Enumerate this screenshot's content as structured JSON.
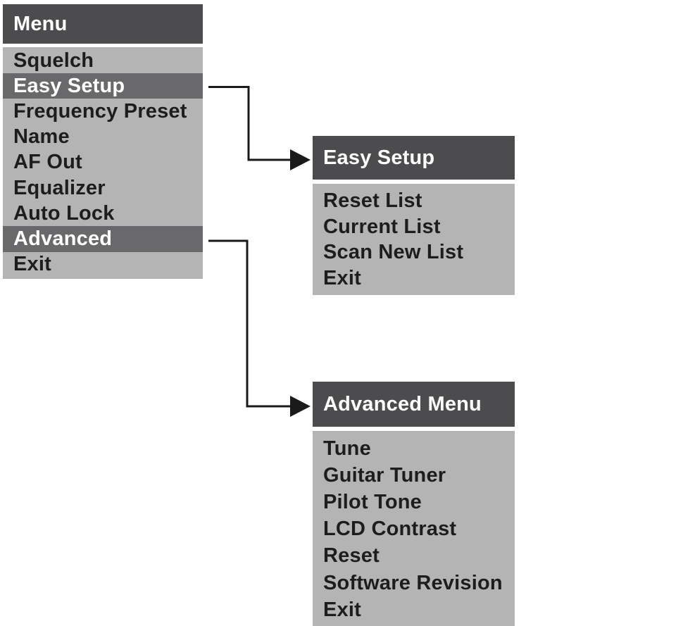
{
  "colors": {
    "page_bg": "#ffffff",
    "header_bg": "#4c4c4e",
    "highlight_bg": "#69696b",
    "body_bg": "#b4b4b4",
    "header_text": "#ffffff",
    "item_text": "#1d1d1d",
    "connector": "#1a1a1a"
  },
  "menus": [
    {
      "title": "Menu",
      "items": [
        {
          "label": "Squelch",
          "highlighted": false
        },
        {
          "label": "Easy Setup",
          "highlighted": true
        },
        {
          "label": "Frequency Preset",
          "highlighted": false
        },
        {
          "label": "Name",
          "highlighted": false
        },
        {
          "label": "AF Out",
          "highlighted": false
        },
        {
          "label": "Equalizer",
          "highlighted": false
        },
        {
          "label": "Auto Lock",
          "highlighted": false
        },
        {
          "label": "Advanced",
          "highlighted": true
        },
        {
          "label": "Exit",
          "highlighted": false
        }
      ]
    },
    {
      "title": "Easy Setup",
      "items": [
        {
          "label": "Reset List",
          "highlighted": false
        },
        {
          "label": "Current List",
          "highlighted": false
        },
        {
          "label": "Scan New List",
          "highlighted": false
        },
        {
          "label": "Exit",
          "highlighted": false
        }
      ]
    },
    {
      "title": "Advanced Menu",
      "items": [
        {
          "label": "Tune",
          "highlighted": false
        },
        {
          "label": "Guitar Tuner",
          "highlighted": false
        },
        {
          "label": "Pilot Tone",
          "highlighted": false
        },
        {
          "label": "LCD Contrast",
          "highlighted": false
        },
        {
          "label": "Reset",
          "highlighted": false
        },
        {
          "label": "Software Revision",
          "highlighted": false
        },
        {
          "label": "Exit",
          "highlighted": false
        }
      ]
    }
  ],
  "connectors": [
    {
      "from_item": "Easy Setup",
      "to_menu": "Easy Setup"
    },
    {
      "from_item": "Advanced",
      "to_menu": "Advanced Menu"
    }
  ]
}
